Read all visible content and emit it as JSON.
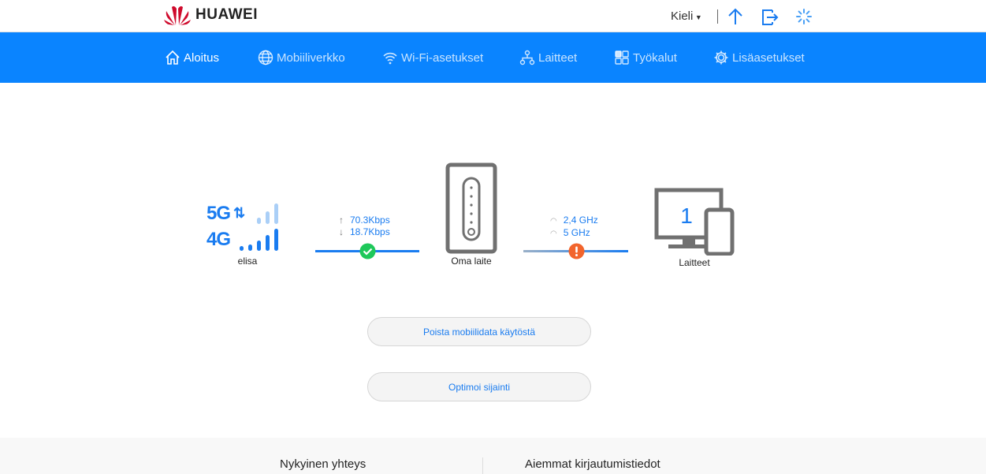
{
  "header": {
    "brand": "HUAWEI",
    "language_label": "Kieli",
    "brand_color": "#cf0a2c"
  },
  "nav": {
    "items": [
      {
        "label": "Aloitus",
        "icon": "home-icon",
        "active": true
      },
      {
        "label": "Mobiiliverkko",
        "icon": "globe-icon"
      },
      {
        "label": "Wi-Fi-asetukset",
        "icon": "wifi-icon"
      },
      {
        "label": "Laitteet",
        "icon": "network-icon"
      },
      {
        "label": "Työkalut",
        "icon": "grid-icon"
      },
      {
        "label": "Lisäasetukset",
        "icon": "gear-icon"
      }
    ],
    "color": "#0a84ff"
  },
  "status": {
    "operator": "elisa",
    "network_5g": "5G",
    "network_4g": "4G",
    "upload": "70.3Kbps",
    "download": "18.7Kbps",
    "router_label": "Oma laite",
    "wifi_24": "2,4 GHz",
    "wifi_5": "5 GHz",
    "devices_count": "1",
    "devices_label": "Laitteet"
  },
  "buttons": {
    "disable_mobile_data": "Poista mobiilidata käytöstä",
    "optimize_location": "Optimoi sijainti"
  },
  "bottom": {
    "current_connection": "Nykyinen yhteys",
    "previous_logins": "Aiemmat kirjautumistiedot"
  }
}
